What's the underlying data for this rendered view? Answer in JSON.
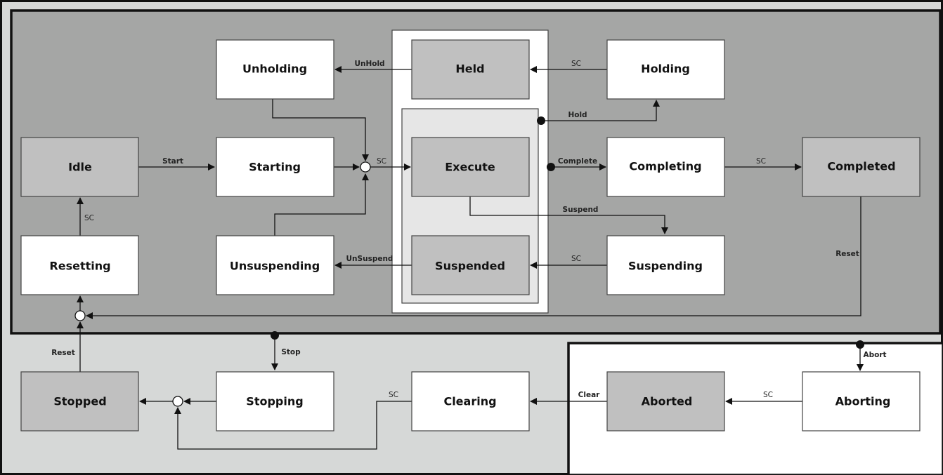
{
  "title": "PackML State Machine",
  "colors": {
    "outer_background": "#d6d8d7",
    "inner_region": "#a5a6a5",
    "wait_state": "#c0c0c0",
    "acting_state": "#ffffff",
    "execute_container": "#ffffff",
    "execute_inner": "#e6e6e6",
    "line": "#111111"
  },
  "states": {
    "unholding": "Unholding",
    "held": "Held",
    "holding": "Holding",
    "idle": "Idle",
    "starting": "Starting",
    "execute": "Execute",
    "completing": "Completing",
    "completed": "Completed",
    "resetting": "Resetting",
    "unsuspending": "Unsuspending",
    "suspended": "Suspended",
    "suspending": "Suspending",
    "stopped": "Stopped",
    "stopping": "Stopping",
    "clearing": "Clearing",
    "aborted": "Aborted",
    "aborting": "Aborting"
  },
  "transitions": {
    "start": "Start",
    "sc_starting": "SC",
    "unhold": "UnHold",
    "sc_holding": "SC",
    "hold": "Hold",
    "complete": "Complete",
    "sc_completing": "SC",
    "suspend": "Suspend",
    "sc_suspending": "SC",
    "unsuspend": "UnSuspend",
    "reset_completed": "Reset",
    "sc_resetting": "SC",
    "reset_stopped": "Reset",
    "stop": "Stop",
    "sc_clearing": "SC",
    "clear": "Clear",
    "sc_aborting": "SC",
    "abort": "Abort"
  }
}
